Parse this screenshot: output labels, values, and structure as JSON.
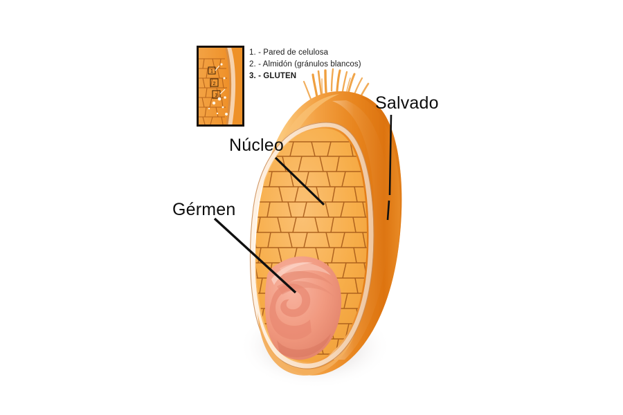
{
  "diagram": {
    "title": "Wheat grain cross-section (Spanish labels)",
    "background_color": "#ffffff"
  },
  "legend": {
    "items": [
      {
        "num": "1. -",
        "text": "Pared de celulosa",
        "bold": false,
        "full": "1. - Pared de celulosa"
      },
      {
        "num": "2. -",
        "text": "Almidón (gránulos blancos)",
        "bold": false,
        "full": "2. - Almidón (gránulos blancos)"
      },
      {
        "num": "3. -",
        "text": "GLUTEN",
        "bold": true,
        "full": "3. - GLUTEN"
      }
    ]
  },
  "inset": {
    "name": "magnified-cell-detail",
    "border_color": "#181008",
    "markers": [
      "1",
      "2",
      "3"
    ],
    "granule_color": "#fdf6e8",
    "cell_fill": "#F2A244",
    "cell_stroke": "#B5621A"
  },
  "callouts": {
    "salvado": {
      "label": "Salvado",
      "leader": "vertical"
    },
    "nucleo": {
      "label": "Núcleo",
      "leader": "diagonal"
    },
    "germen": {
      "label": "Gérmen",
      "leader": "diagonal"
    }
  },
  "colors": {
    "bran_light": "#FBC878",
    "bran_mid": "#F09A33",
    "bran_deep": "#DE7410",
    "aleurone_pale": "#FBE6D2",
    "endosperm_fill": "#F7AE4A",
    "endosperm_cell_stroke": "#B5621A",
    "germ_fill": "#F09B86",
    "germ_shade": "#D9705C",
    "brush_hair": "#EE9A35",
    "leader_line": "#101010",
    "shadow": "#cfc6c6"
  },
  "structures": [
    {
      "name": "brush-hairs",
      "label_es": "pelos"
    },
    {
      "name": "bran-layer",
      "label_es": "Salvado"
    },
    {
      "name": "endosperm",
      "label_es": "Núcleo"
    },
    {
      "name": "germ",
      "label_es": "Gérmen"
    }
  ]
}
